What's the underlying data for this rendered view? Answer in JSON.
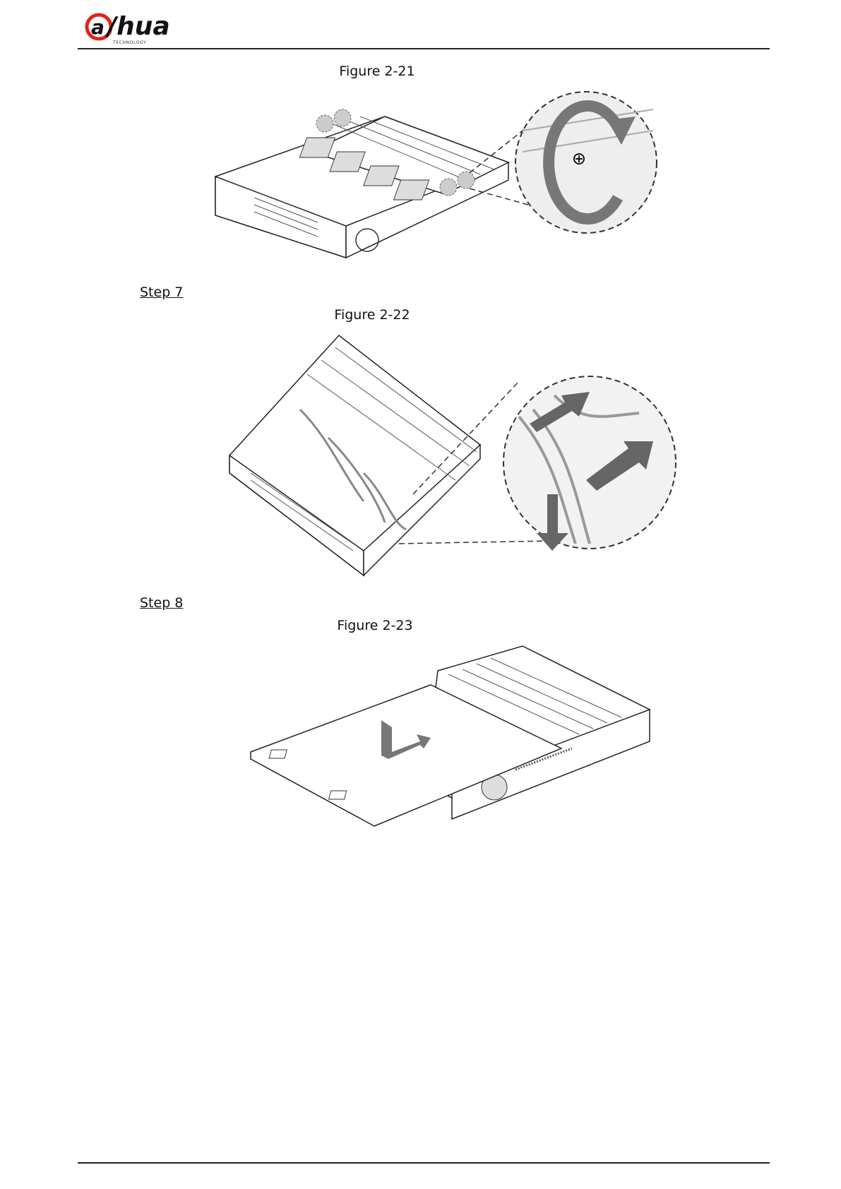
{
  "header": {
    "logo_text": "alhua",
    "logo_subtext": "TECHNOLOGY",
    "brand_color": "#e2231a"
  },
  "figures": [
    {
      "caption": "Figure 2-21"
    },
    {
      "caption": "Figure 2-22"
    },
    {
      "caption": "Figure 2-23"
    }
  ],
  "steps": [
    {
      "label": "Step 7"
    },
    {
      "label": "Step 8"
    }
  ]
}
